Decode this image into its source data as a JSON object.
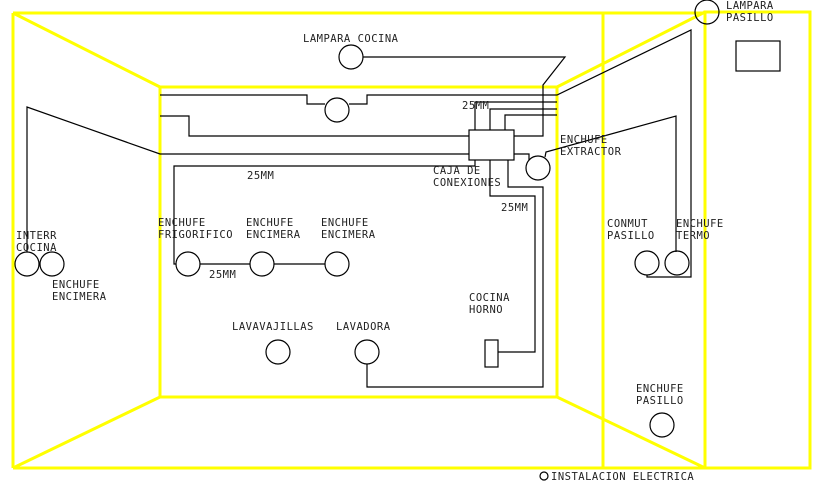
{
  "title": "INSTALACION ELECTRICA",
  "colors": {
    "walls": "#ffff00",
    "wiring": "#000000"
  },
  "labels": {
    "lampara_cocina": "LAMPARA COCINA",
    "lampara_pasillo_1": "LAMPARA",
    "lampara_pasillo_2": "PASILLO",
    "caja_1": "CAJA DE",
    "caja_2": "CONEXIONES",
    "extractor_1": "ENCHUFE",
    "extractor_2": "EXTRACTOR",
    "mm_top": "25MM",
    "mm_left": "25MM",
    "mm_right": "25MM",
    "mm_bottom": "25MM",
    "interr_1": "INTERR",
    "interr_2": "COCINA",
    "encimera_left_1": "ENCHUFE",
    "encimera_left_2": "ENCIMERA",
    "frigo_1": "ENCHUFE",
    "frigo_2": "FRIGORIFICO",
    "encimera1_1": "ENCHUFE",
    "encimera1_2": "ENCIMERA",
    "encimera2_1": "ENCHUFE",
    "encimera2_2": "ENCIMERA",
    "conmut_1": "CONMUT",
    "conmut_2": "PASILLO",
    "termo_1": "ENCHUFE",
    "termo_2": "TERMO",
    "horno_1": "COCINA",
    "horno_2": "HORNO",
    "lavavajillas": "LAVAVAJILLAS",
    "lavadora": "LAVADORA",
    "pasillo_1": "ENCHUFE",
    "pasillo_2": "PASILLO"
  }
}
